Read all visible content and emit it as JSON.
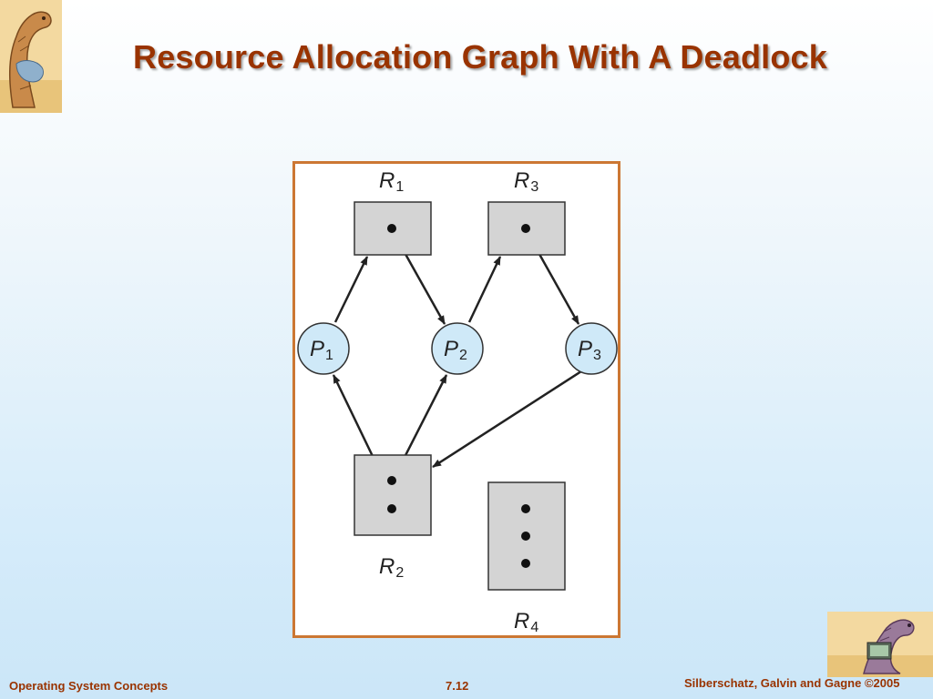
{
  "slide": {
    "title": "Resource Allocation Graph With A Deadlock",
    "footer_left": "Operating System Concepts",
    "footer_center": "7.12",
    "footer_right": "Silberschatz, Galvin and Gagne ©2005"
  },
  "diagram": {
    "processes": [
      {
        "id": "P1",
        "letter": "P",
        "sub": "1"
      },
      {
        "id": "P2",
        "letter": "P",
        "sub": "2"
      },
      {
        "id": "P3",
        "letter": "P",
        "sub": "3"
      }
    ],
    "resources": [
      {
        "id": "R1",
        "letter": "R",
        "sub": "1",
        "instances": 1
      },
      {
        "id": "R2",
        "letter": "R",
        "sub": "2",
        "instances": 2
      },
      {
        "id": "R3",
        "letter": "R",
        "sub": "3",
        "instances": 1
      },
      {
        "id": "R4",
        "letter": "R",
        "sub": "4",
        "instances": 3
      }
    ],
    "edges": [
      {
        "from": "P1",
        "to": "R1",
        "kind": "request"
      },
      {
        "from": "R1",
        "to": "P2",
        "kind": "assignment"
      },
      {
        "from": "P2",
        "to": "R3",
        "kind": "request"
      },
      {
        "from": "R3",
        "to": "P3",
        "kind": "assignment"
      },
      {
        "from": "P3",
        "to": "R2",
        "kind": "request"
      },
      {
        "from": "R2",
        "to": "P1",
        "kind": "assignment"
      },
      {
        "from": "R2",
        "to": "P2",
        "kind": "assignment"
      }
    ],
    "colors": {
      "process_fill": "#cfe9f8",
      "resource_fill": "#d4d4d4",
      "frame": "#cc7733",
      "edge": "#222222"
    }
  }
}
